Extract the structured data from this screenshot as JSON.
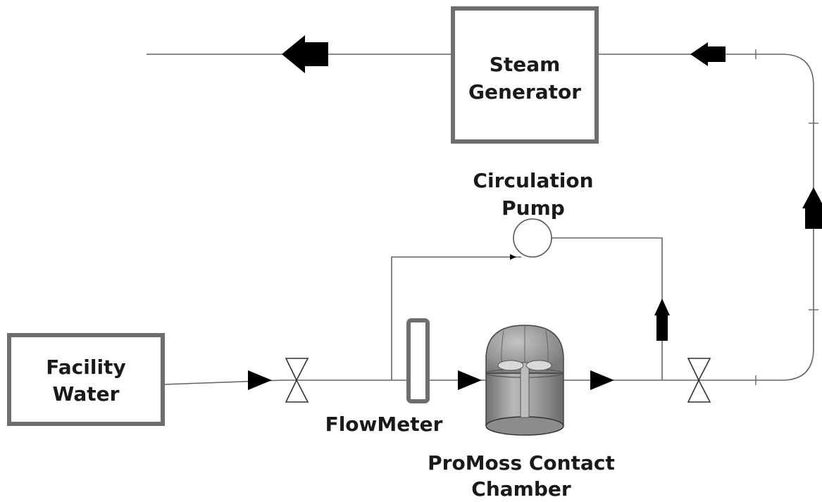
{
  "nodes": {
    "steam_generator": {
      "line1": "Steam",
      "line2": "Generator"
    },
    "facility_water": {
      "line1": "Facility",
      "line2": "Water"
    },
    "circulation_pump": {
      "line1": "Circulation",
      "line2": "Pump"
    },
    "flowmeter": {
      "label": "FlowMeter"
    },
    "contact_chamber": {
      "line1": "ProMoss Contact",
      "line2": "Chamber"
    }
  },
  "colors": {
    "box_border": "#6e6e6e",
    "pipe": "#666666",
    "arrow": "#000000",
    "text": "#1a1a1a",
    "chamber_fill": "#9a9a9a"
  }
}
